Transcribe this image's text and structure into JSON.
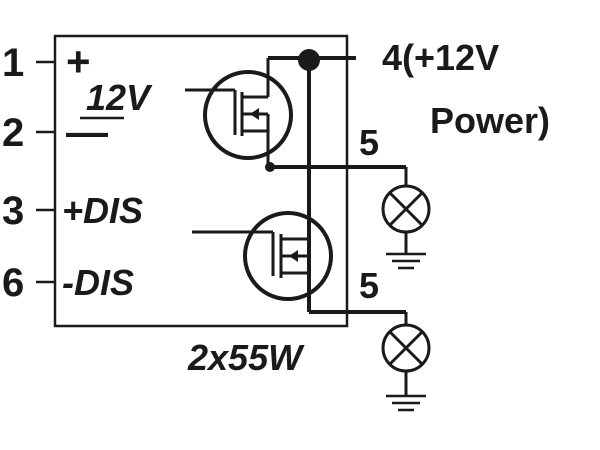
{
  "pins": [
    {
      "number": "1",
      "label": "+"
    },
    {
      "number": "2",
      "label": "—"
    },
    {
      "number": "3",
      "label": "+DIS"
    },
    {
      "number": "6",
      "label": "-DIS"
    }
  ],
  "supply_label": "12V",
  "power_pin": {
    "line1": "4(+12V",
    "line2": "Power)"
  },
  "output_label": "5",
  "module_rating": "2x55W",
  "icons": [
    "mosfet-symbol",
    "lamp-symbol",
    "ground-symbol"
  ],
  "colors": {
    "ink": "#1a1a1a",
    "background": "#ffffff"
  }
}
